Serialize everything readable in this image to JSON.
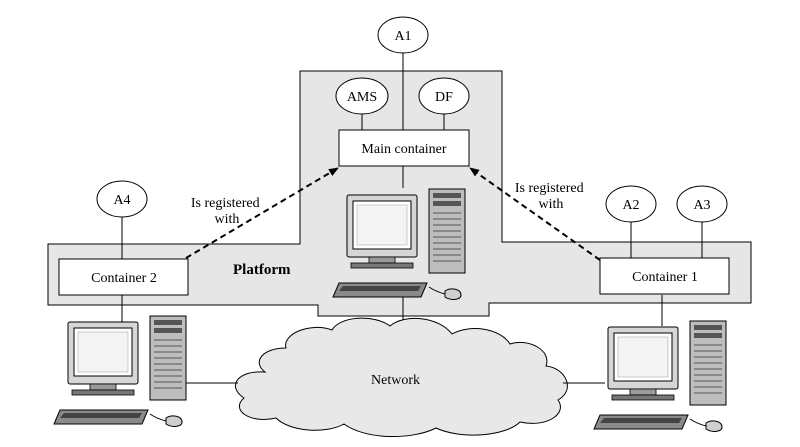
{
  "diagram": {
    "platform_label": "Platform",
    "main_container": "Main container",
    "container_1": "Container 1",
    "container_2": "Container 2",
    "network": "Network",
    "agents": {
      "a1": "A1",
      "a2": "A2",
      "a3": "A3",
      "a4": "A4",
      "ams": "AMS",
      "df": "DF"
    },
    "registration_left": [
      "Is registered",
      "with"
    ],
    "registration_right": [
      "Is registered",
      "with"
    ]
  },
  "colors": {
    "platform_fill": "#e6e6e6",
    "stroke": "#000000",
    "network_fill": "#e8e8e8",
    "screen_fill": "#ffffff",
    "computer_fill": "#cfcfcf",
    "computer_dark": "#555555"
  },
  "icons": [
    "computer-icon",
    "network-cloud-icon"
  ]
}
